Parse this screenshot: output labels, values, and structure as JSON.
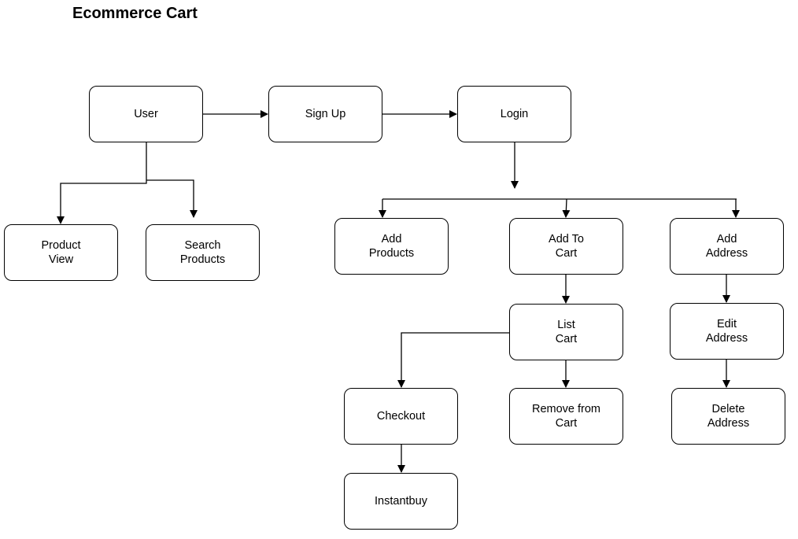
{
  "title": "Ecommerce Cart",
  "nodes": {
    "user": "User",
    "sign_up": "Sign Up",
    "login": "Login",
    "product_view": "Product\nView",
    "search_products": "Search\nProducts",
    "add_products": "Add\nProducts",
    "add_to_cart": "Add To\nCart",
    "add_address": "Add\nAddress",
    "list_cart": "List\nCart",
    "edit_address": "Edit\nAddress",
    "checkout": "Checkout",
    "remove_from_cart": "Remove from\nCart",
    "delete_address": "Delete\nAddress",
    "instantbuy": "Instantbuy"
  },
  "colors": {
    "stroke": "#000000",
    "background": "#ffffff"
  }
}
